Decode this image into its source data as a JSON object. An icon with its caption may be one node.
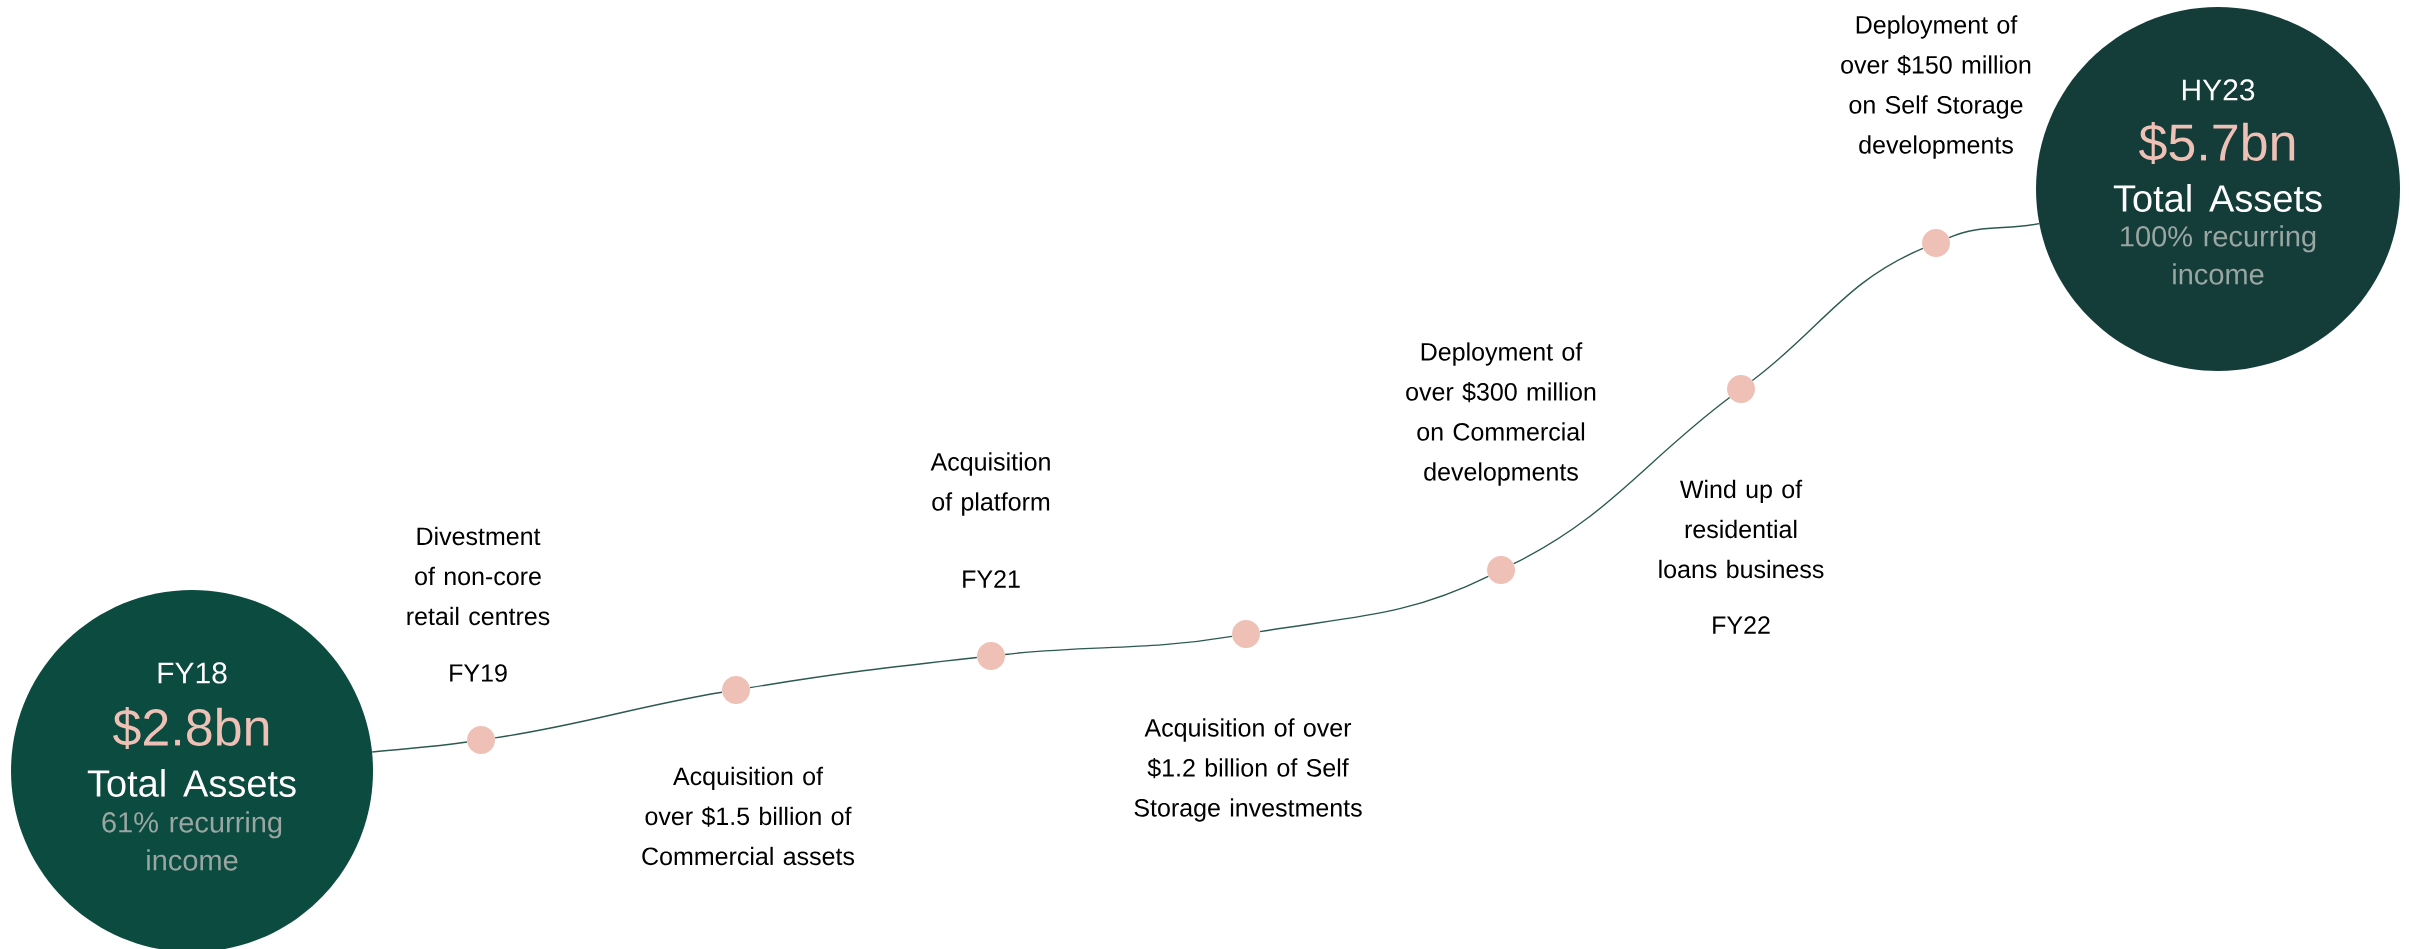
{
  "diagram": {
    "nodes": [
      {
        "text": [
          "FY18",
          "$2.8bn",
          "Total Assets",
          "61% recurring income"
        ]
      },
      {
        "text": [],
        "shape": "circle"
      },
      {
        "text": [],
        "shape": "circle"
      },
      {
        "text": [],
        "shape": "circle"
      },
      {
        "text": [],
        "shape": "circle"
      },
      {
        "text": [],
        "shape": "circle"
      },
      {
        "text": [],
        "shape": "circle"
      },
      {
        "text": [],
        "shape": "circle"
      },
      {
        "text": [
          "HY23",
          "$5.7bn",
          "Total Assets",
          "100% recurring income"
        ]
      }
    ],
    "edges": [
      {
        "from": 0,
        "to": 1,
        "arrow": "none"
      },
      {
        "from": 1,
        "to": 2,
        "arrow": "none"
      },
      {
        "from": 2,
        "to": 3,
        "arrow": "none"
      },
      {
        "from": 3,
        "to": 4,
        "arrow": "none"
      },
      {
        "from": 4,
        "to": 5,
        "arrow": "none"
      },
      {
        "from": 5,
        "to": 6,
        "arrow": "none"
      },
      {
        "from": 6,
        "to": 7,
        "arrow": "none"
      },
      {
        "from": 7,
        "to": 8,
        "arrow": "none"
      }
    ],
    "labels": [
      "Divestment of non-core retail centres",
      "FY19",
      "Acquisition of over $1.5 billion of Commercial assets",
      "Acquisition of platform",
      "FY21",
      "Acquisition of over $1.2 billion of Self Storage investments",
      "Deployment of over $300 million on Commercial developments",
      "Wind up of residential loans business",
      "FY22",
      "Deployment of over $150 million on Self  Storage developments"
    ]
  }
}
